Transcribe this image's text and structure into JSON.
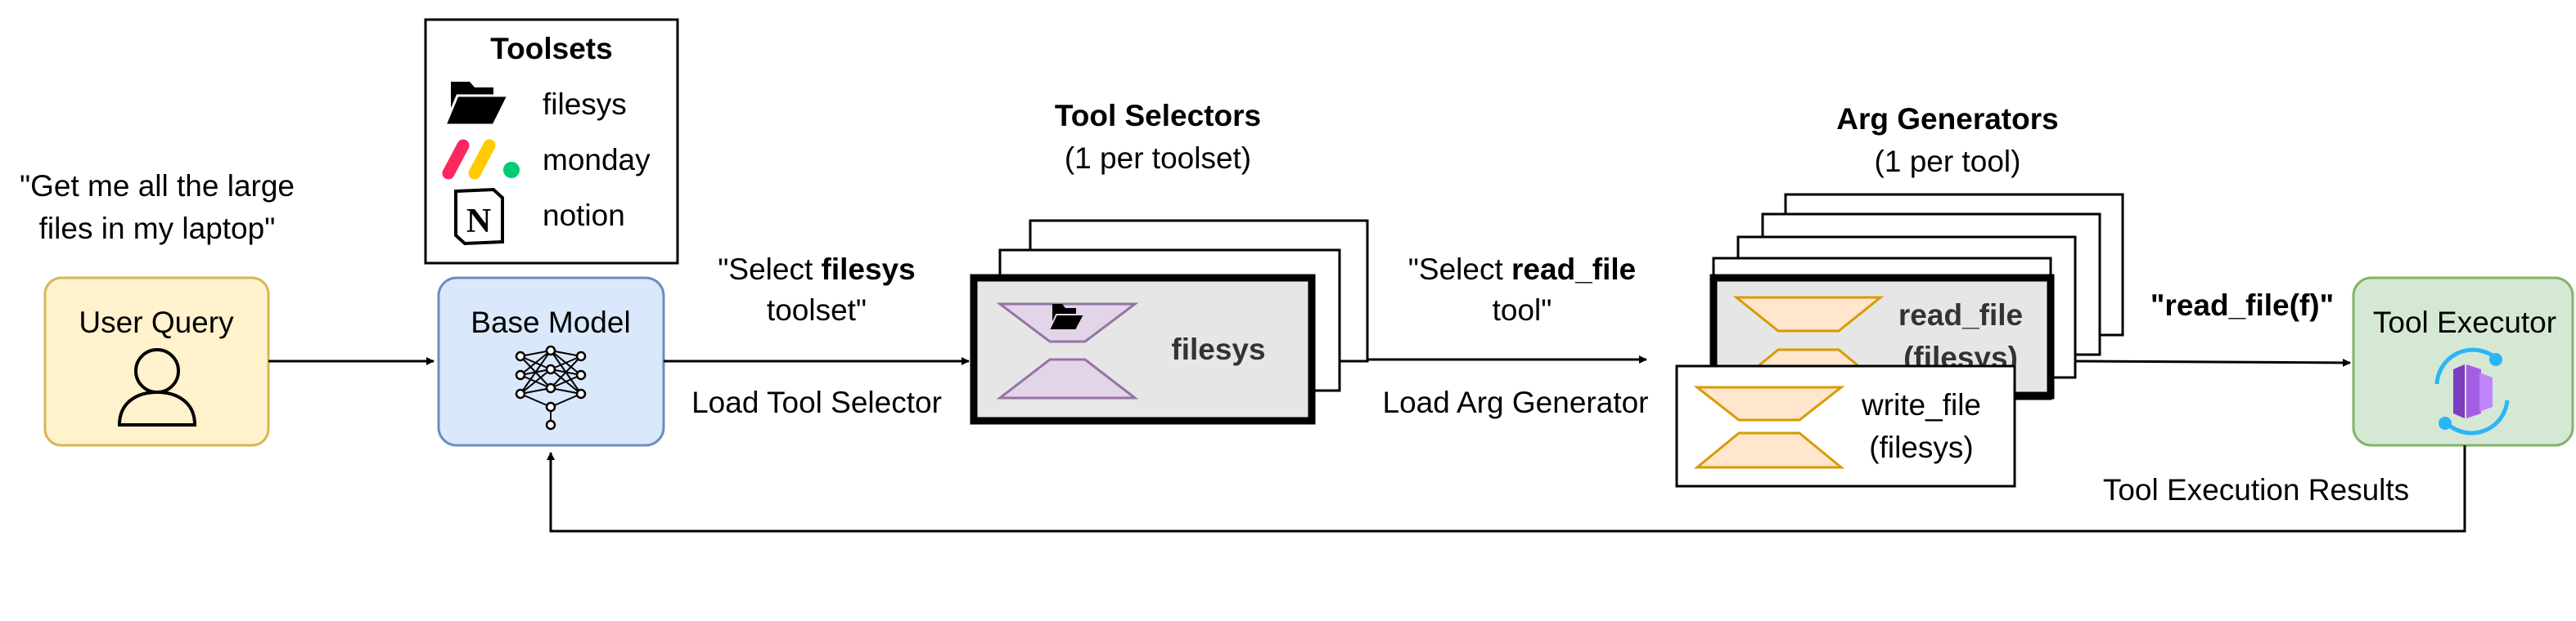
{
  "user_query": {
    "quote_line1": "\"Get me all the large",
    "quote_line2": "files in my laptop\"",
    "box_label": "User Query",
    "box_fill": "#fff2cc",
    "box_stroke": "#d6b656"
  },
  "toolsets": {
    "title": "Toolsets",
    "items": [
      {
        "icon": "folder-icon",
        "label": "filesys"
      },
      {
        "icon": "monday-logo-icon",
        "label": "monday"
      },
      {
        "icon": "notion-logo-icon",
        "label": "notion"
      }
    ]
  },
  "base_model": {
    "label": "Base Model",
    "icon": "neural-network-icon",
    "fill": "#dae8fc",
    "stroke": "#6c8ebf"
  },
  "edge_select_toolset": {
    "line1_prefix": "\"Select ",
    "line1_bold": "filesys",
    "line2": "toolset\"",
    "below": "Load Tool Selector"
  },
  "tool_selectors": {
    "title": "Tool Selectors",
    "subtitle": "(1 per toolset)",
    "card_label": "filesys",
    "card_fill": "#e6e6e6",
    "hourglass_fill": "#e1d5e7",
    "hourglass_stroke": "#9673a6"
  },
  "edge_select_tool": {
    "line1_prefix": "\"Select ",
    "line1_bold": "read_file",
    "line2": "tool\"",
    "below": "Load Arg Generator"
  },
  "arg_generators": {
    "title": "Arg Generators",
    "subtitle": "(1 per tool)",
    "front_card": {
      "line1": "read_file",
      "line2": "(filesys)"
    },
    "overlay_card": {
      "line1": "write_file",
      "line2": "(filesys)"
    },
    "hourglass_fill": "#ffe6cc",
    "hourglass_stroke": "#d79b00"
  },
  "edge_call": {
    "label": "\"read_file(f)\""
  },
  "tool_executor": {
    "label": "Tool Executor",
    "icon": "execution-engine-icon",
    "fill": "#d5e8d4",
    "stroke": "#82b366"
  },
  "feedback": {
    "label": "Tool Execution Results"
  }
}
